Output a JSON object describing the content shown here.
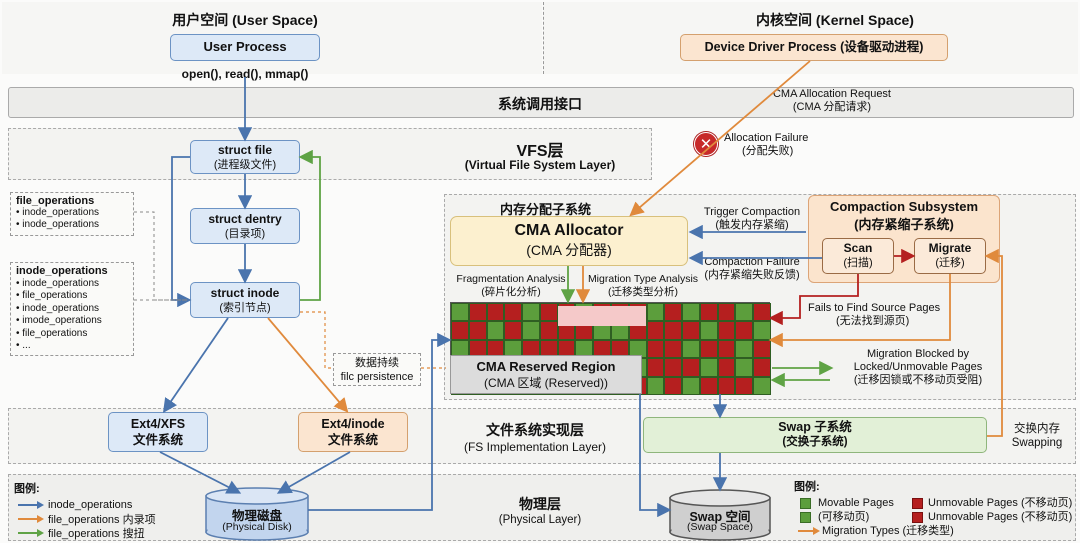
{
  "regions": {
    "user_space": "用户空间 (User Space)",
    "kernel_space": "内核空间 (Kernel Space)"
  },
  "user_process": "User Process",
  "syscalls": "open(), read(), mmap()",
  "device_driver": "Device Driver Process (设备驱动进程)",
  "syscall_interface": "系统调用接口",
  "cma_request": {
    "en": "CMA Allocation Request",
    "zh": "(CMA 分配请求)"
  },
  "vfs": {
    "title": "VFS层",
    "subtitle": "(Virtual File System Layer)"
  },
  "alloc_failure": {
    "en": "Allocation Failure",
    "zh": "(分配失败)"
  },
  "struct_file": {
    "name": "struct file",
    "zh": "(进程级文件)"
  },
  "struct_dentry": {
    "name": "struct dentry",
    "zh": "(目录项)"
  },
  "struct_inode": {
    "name": "struct inode",
    "zh": "(索引节点)"
  },
  "file_ops": {
    "title": "file_operations",
    "items": [
      "inode_operations",
      "inode_operations"
    ]
  },
  "inode_ops": {
    "title": "inode_operations",
    "items": [
      "inode_operations",
      "file_operations",
      "inode_operations",
      "imode_operations",
      "file_operations",
      "..."
    ]
  },
  "mem_subsystem": "内存分配子系统",
  "cma_allocator": {
    "name": "CMA Allocator",
    "zh": "(CMA 分配器)"
  },
  "trigger_compaction": {
    "en": "Trigger Compaction",
    "zh": "(触发内存紧缩)"
  },
  "compaction_failure": {
    "en": "Compaction Failure",
    "zh": "(内存紧缩失败反馈)"
  },
  "compaction": {
    "title": "Compaction Subsystem",
    "zh": "(内存紧缩子系统)",
    "scan": "Scan",
    "scan_zh": "(扫描)",
    "migrate": "Migrate",
    "migrate_zh": "(迁移)"
  },
  "frag_analysis": {
    "en": "Fragmentation Analysis",
    "zh": "(碎片化分析)"
  },
  "migration_type_analysis": {
    "en": "Migration Type Analysis",
    "zh": "(迁移类型分析)"
  },
  "fails_find_source": {
    "en": "Fails to Find Source Pages",
    "zh": "(无法找到源页)"
  },
  "cma_reserved": {
    "name": "CMA Reserved Region",
    "zh": "(CMA 区域 (Reserved))"
  },
  "persistence": {
    "zh": "数据持续",
    "en": "filc persistence"
  },
  "migration_blocked": {
    "l1": "Migration Blocked by",
    "l2": "Locked/Unmovable Pages",
    "l3": "(迁移因锁或不移动页受阻)"
  },
  "ext4xfs": {
    "l1": "Ext4/XFS",
    "l2": "文件系统"
  },
  "ext4inode": {
    "l1": "Ext4/inode",
    "l2": "文件系统"
  },
  "fs_impl": {
    "title": "文件系统实现层",
    "subtitle": "(FS Implementation Layer)"
  },
  "swap_subsystem": {
    "name": "Swap 子系统",
    "zh": "(交换子系统)"
  },
  "swapping": {
    "zh": "交换内存",
    "en": "Swapping"
  },
  "physical_layer": {
    "title": "物理层",
    "subtitle": "(Physical Layer)"
  },
  "physical_disk": {
    "zh": "物理磁盘",
    "en": "(Physical Disk)"
  },
  "swap_space": {
    "zh": "Swap 空间",
    "en": "(Swap Space)"
  },
  "legend_left": {
    "title": "图例:",
    "items": [
      "inode_operations",
      "file_operations 内录项",
      "file_operations 搜扭"
    ]
  },
  "legend_right": {
    "title": "图例:",
    "movable": "Movable Pages",
    "movable_zh": "(可移动页)",
    "unmovable": "Unmovable Pages (不移动页)",
    "unmovable2": "Unmovable Pages (不移动页)",
    "migration_types": "Migration Types (迁移类型)"
  },
  "colors": {
    "blue": "#4a74ad",
    "orange": "#e08a3c",
    "green": "#5fa345",
    "red": "#b42020",
    "movable": "#5c9e3c",
    "unmovable": "#b51f1f"
  }
}
